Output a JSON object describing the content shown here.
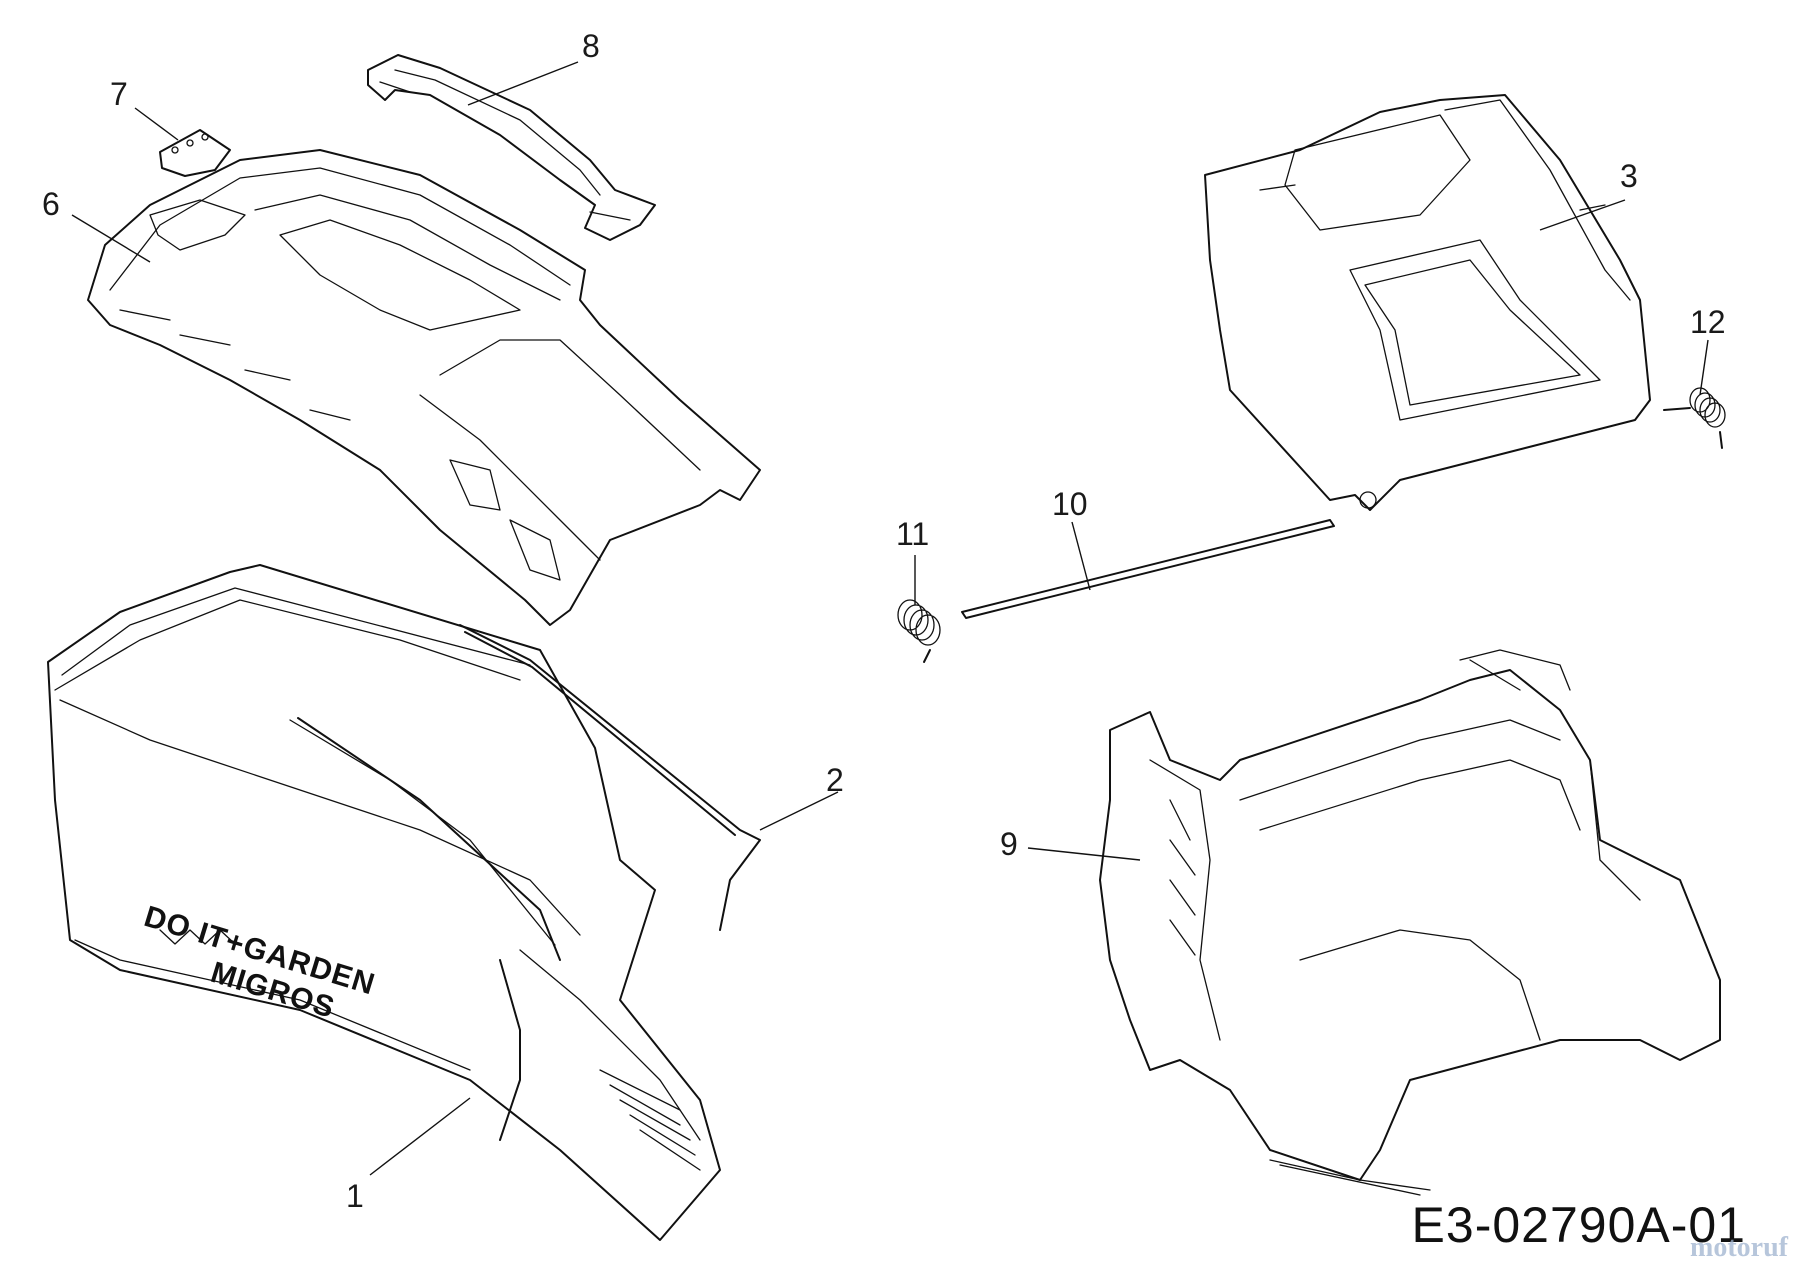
{
  "diagram": {
    "callouts": [
      {
        "id": "c1",
        "label": "1"
      },
      {
        "id": "c2",
        "label": "2"
      },
      {
        "id": "c3",
        "label": "3"
      },
      {
        "id": "c6",
        "label": "6"
      },
      {
        "id": "c7",
        "label": "7"
      },
      {
        "id": "c8",
        "label": "8"
      },
      {
        "id": "c9",
        "label": "9"
      },
      {
        "id": "c10",
        "label": "10"
      },
      {
        "id": "c11",
        "label": "11"
      },
      {
        "id": "c12",
        "label": "12"
      }
    ],
    "bag_print": {
      "line1": "DO IT+GARDEN",
      "line2": "MIGROS"
    },
    "drawing_code": "E3-02790A-01",
    "watermark": "motoruf"
  }
}
